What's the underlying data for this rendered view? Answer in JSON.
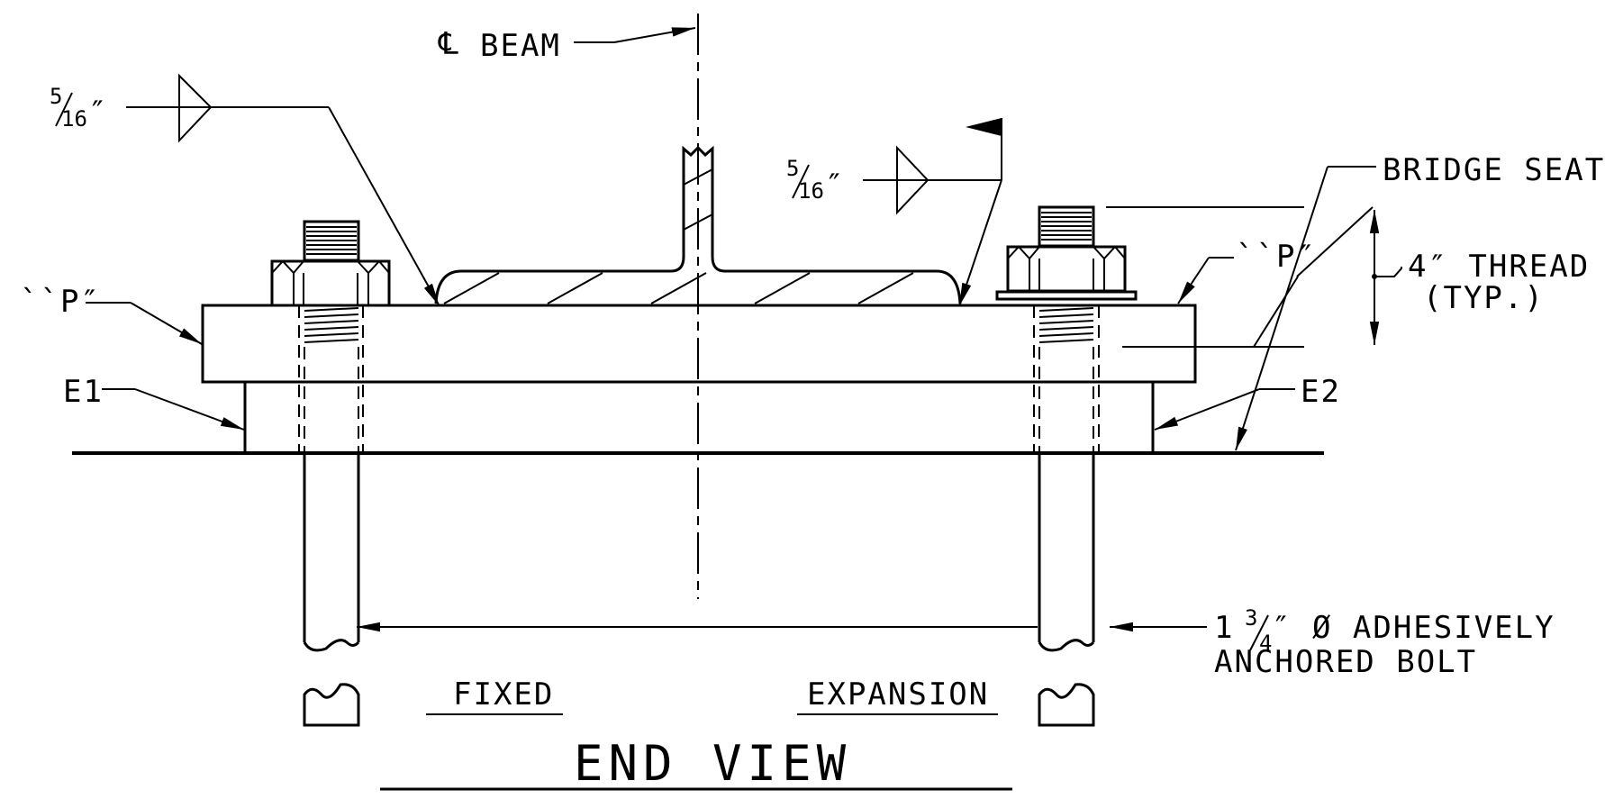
{
  "labels": {
    "centerline_symbol": "℄",
    "centerline_text": "BEAM",
    "weld_left": {
      "num": "5",
      "den": "16",
      "unit": "″"
    },
    "weld_right": {
      "num": "5",
      "den": "16",
      "unit": "″"
    },
    "bridge_seat": "BRIDGE SEAT",
    "plate_left": "``P″",
    "plate_right": "``P″",
    "thread_line1": "4″ THREAD",
    "thread_line2": "(TYP.)",
    "e1": "E1",
    "e2": "E2",
    "bolt_prefix": "1",
    "bolt_frac_num": "3",
    "bolt_frac_den": "4",
    "bolt_line1_rest": "″ Ø ADHESIVELY",
    "bolt_line2": "ANCHORED BOLT",
    "fixed": "FIXED",
    "expansion": "EXPANSION",
    "view_title": "END VIEW"
  }
}
